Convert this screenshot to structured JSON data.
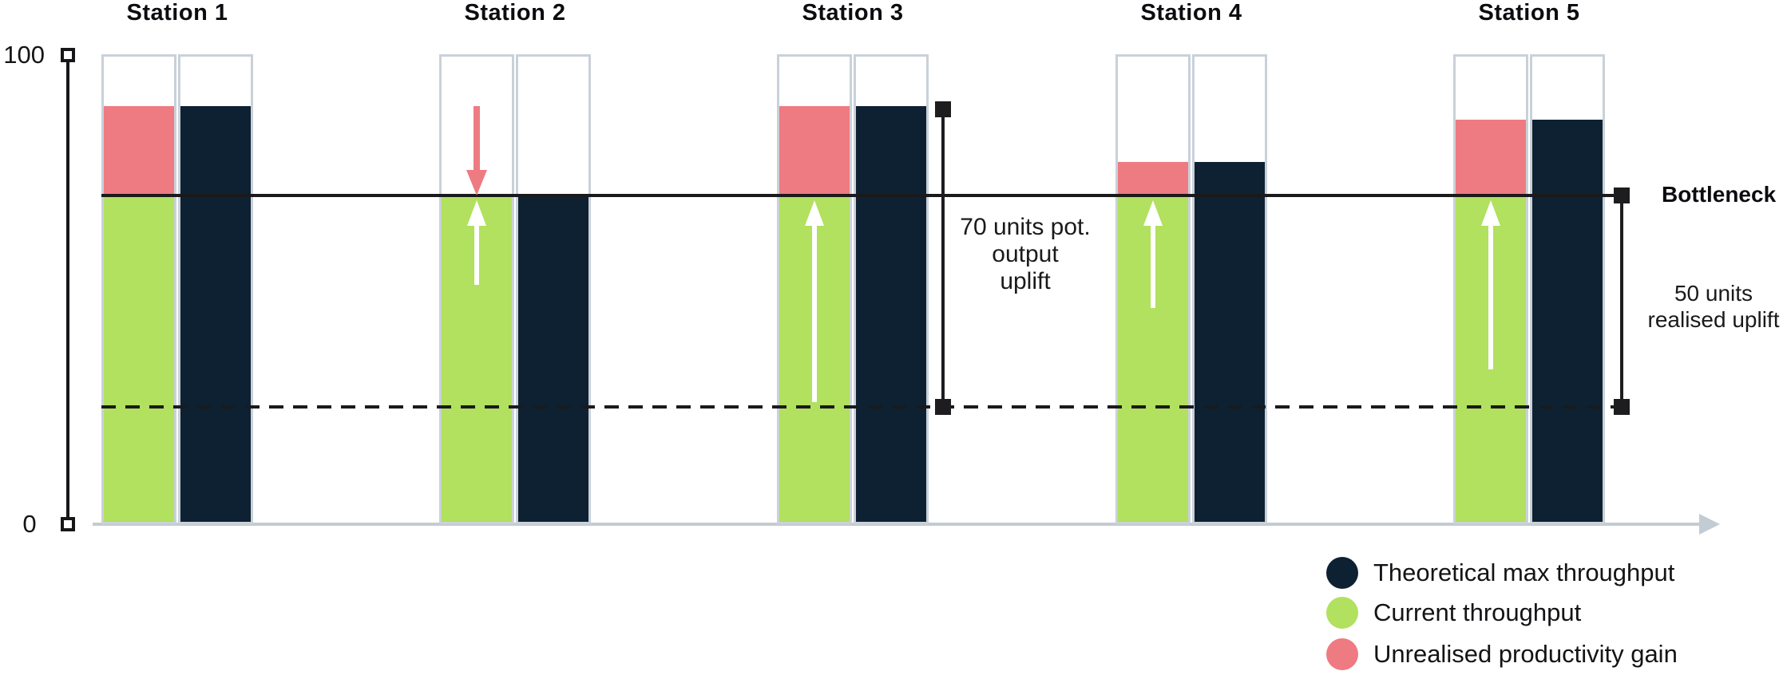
{
  "chart_data": {
    "type": "bar",
    "title": "",
    "categories": [
      "Station 1",
      "Station 2",
      "Station 3",
      "Station 4",
      "Station 5"
    ],
    "series": [
      {
        "name": "Theoretical max throughput",
        "color": "#0e2133",
        "values": [
          89,
          70,
          89,
          77,
          86
        ]
      },
      {
        "name": "Current throughput",
        "color": "#b2e05f",
        "values": [
          70,
          70,
          70,
          70,
          70
        ]
      },
      {
        "name": "Unrealised productivity gain",
        "color": "#ee7b81",
        "values": [
          19,
          0,
          19,
          7,
          16
        ]
      }
    ],
    "ylim": [
      0,
      100
    ],
    "y_ticks": [
      {
        "value": 100,
        "label": "100"
      },
      {
        "value": 0,
        "label": "0"
      }
    ],
    "grid": false,
    "legend_position": "bottom-right",
    "bar_capacity_outline_to": 100,
    "reference_lines": [
      {
        "name": "bottleneck",
        "value": 70,
        "style": "solid",
        "label": "Bottleneck"
      },
      {
        "name": "previous-baseline",
        "value": 25,
        "style": "dashed",
        "label": ""
      }
    ],
    "annotations": [
      {
        "name": "potential-uplift",
        "lines": [
          "70 units pot.",
          "output",
          "uplift"
        ],
        "from_value": 25,
        "to_value": 89
      },
      {
        "name": "realised-uplift",
        "lines": [
          "50 units",
          "realised uplift"
        ],
        "from_value": 25,
        "to_value": 70
      }
    ],
    "arrows": {
      "white_up": [
        {
          "station_index": 1,
          "from_value": 51,
          "to_value": 69
        },
        {
          "station_index": 2,
          "from_value": 26,
          "to_value": 69
        },
        {
          "station_index": 3,
          "from_value": 46,
          "to_value": 69
        },
        {
          "station_index": 4,
          "from_value": 33,
          "to_value": 69
        }
      ],
      "red_down": [
        {
          "station_index": 1,
          "from_value": 89,
          "to_value": 70
        }
      ]
    },
    "colors": {
      "axis": "#c3cbd3",
      "bar_outline": "#c9d1d9",
      "annotation_line": "#1d1d1f",
      "white_arrow": "#ffffff"
    }
  }
}
